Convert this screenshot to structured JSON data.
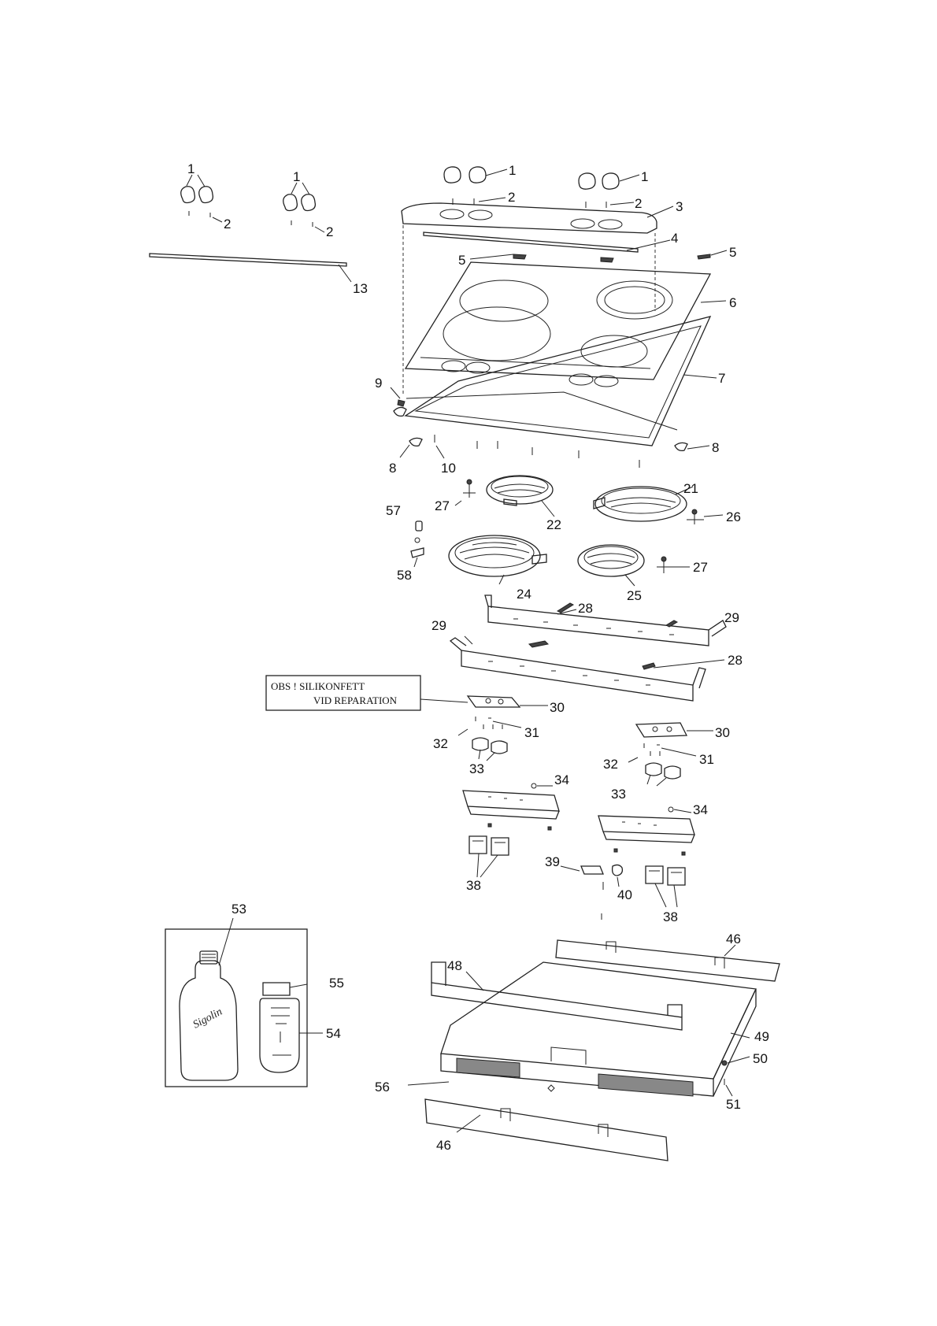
{
  "labels": {
    "l1a": "1",
    "l1b": "1",
    "l1c": "1",
    "l1d": "1",
    "l2a": "2",
    "l2b": "2",
    "l2c": "2",
    "l2d": "2",
    "l3": "3",
    "l4": "4",
    "l5a": "5",
    "l5b": "5",
    "l6": "6",
    "l7": "7",
    "l8a": "8",
    "l8b": "8",
    "l9": "9",
    "l10": "10",
    "l13": "13",
    "l21": "21",
    "l22": "22",
    "l24": "24",
    "l25": "25",
    "l26": "26",
    "l27a": "27",
    "l27b": "27",
    "l28a": "28",
    "l28b": "28",
    "l29a": "29",
    "l29b": "29",
    "l30a": "30",
    "l30b": "30",
    "l31a": "31",
    "l31b": "31",
    "l32a": "32",
    "l32b": "32",
    "l33a": "33",
    "l33b": "33",
    "l34a": "34",
    "l34b": "34",
    "l38a": "38",
    "l38b": "38",
    "l39": "39",
    "l40": "40",
    "l46a": "46",
    "l46b": "46",
    "l48": "48",
    "l49": "49",
    "l50": "50",
    "l51": "51",
    "l53": "53",
    "l54": "54",
    "l55": "55",
    "l56": "56",
    "l57": "57",
    "l58": "58"
  },
  "note": {
    "line1": "OBS !  SILIKONFETT",
    "line2": "VID REPARATION"
  },
  "bottle_text": "Sigolin"
}
